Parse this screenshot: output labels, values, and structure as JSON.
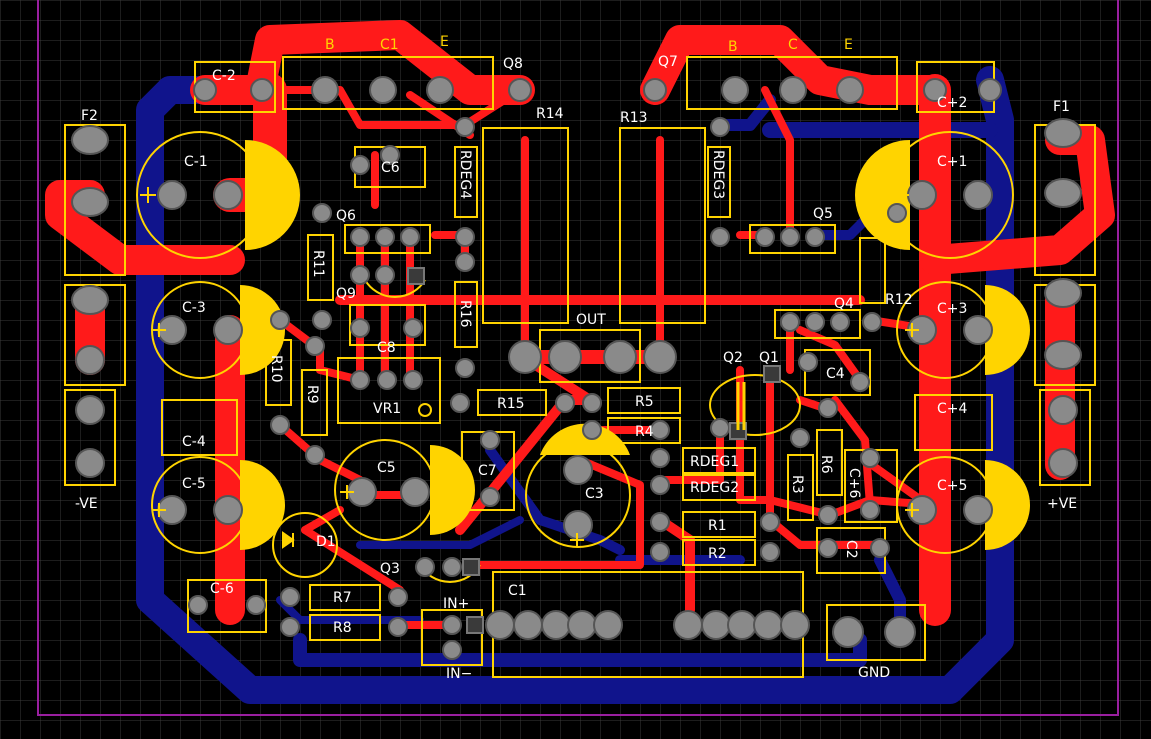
{
  "colors": {
    "background": "#000000",
    "grid": "#3a3a3a",
    "board_outline": "#9a1fa0",
    "top_copper": "#ff1a1a",
    "bottom_copper": "#10148c",
    "silkscreen": "#ffd400",
    "pad": "#8a8a8a",
    "pad_dark": "#3a3a3a",
    "text_white": "#ffffff"
  },
  "labels": {
    "B1": "B",
    "C1": "C1",
    "E1": "E",
    "B2": "B",
    "C2t": "C",
    "E2": "E",
    "Q8": "Q8",
    "Q7": "Q7",
    "Q6": "Q6",
    "Q5": "Q5",
    "Q9": "Q9",
    "Q4": "Q4",
    "Q2": "Q2",
    "Q1": "Q1",
    "Q3": "Q3",
    "Cm2": "C-2",
    "Cm1": "C-1",
    "Cm3": "C-3",
    "Cm4": "C-4",
    "Cm5": "C-5",
    "Cm6": "C-6",
    "Cp2": "C+2",
    "Cp1": "C+1",
    "Cp3": "C+3",
    "Cp4": "C+4",
    "Cp5": "C+5",
    "Cp6": "C+6",
    "F2": "F2",
    "F1": "F1",
    "R14": "R14",
    "R13": "R13",
    "R11": "R11",
    "R12": "R12",
    "R16": "R16",
    "R10": "R10",
    "R9": "R9",
    "R15": "R15",
    "R5": "R5",
    "R4": "R4",
    "R6": "R6",
    "R3": "R3",
    "R1": "R1",
    "R2": "R2",
    "R7": "R7",
    "R8": "R8",
    "RDEG4": "RDEG4",
    "RDEG3": "RDEG3",
    "RDEG1": "RDEG1",
    "RDEG2": "RDEG2",
    "C6": "C6",
    "C8": "C8",
    "C5": "C5",
    "C7": "C7",
    "C3": "C3",
    "C4": "C4",
    "C2": "C2",
    "VR1": "VR1",
    "D1": "D1",
    "OUT": "OUT",
    "negVE": "-VE",
    "posVE": "+VE",
    "GND": "GND",
    "INp": "IN+",
    "INm": "IN−"
  }
}
